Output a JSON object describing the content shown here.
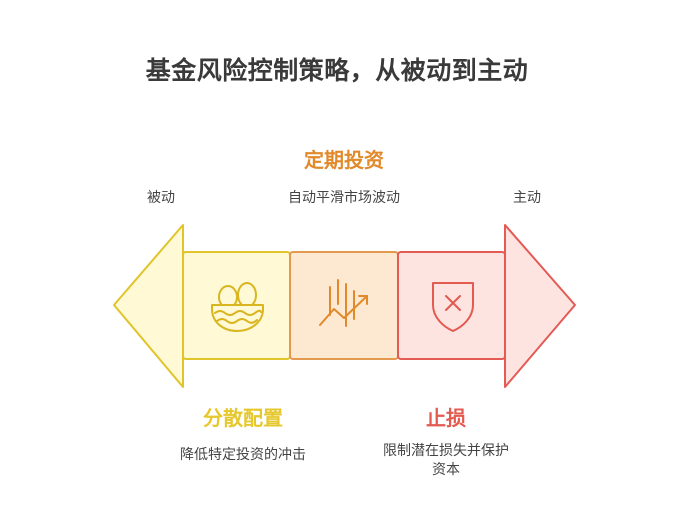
{
  "title": "基金风险控制策略，从被动到主动",
  "ends": {
    "left": "被动",
    "right": "主动"
  },
  "steps": [
    {
      "title": "分散配置",
      "description": "降低特定投资的冲击",
      "icon": "egg-basket-icon",
      "accent": "#e6c82d",
      "fill": "#fff9d6",
      "stroke": "#e0c42a"
    },
    {
      "title": "定期投资",
      "description": "自动平滑市场波动",
      "icon": "rising-chart-icon",
      "accent": "#e08a2c",
      "fill": "#fde8d2",
      "stroke": "#e39a4f"
    },
    {
      "title": "止损",
      "description": "限制潜在损失并保护资本",
      "icon": "shield-x-icon",
      "accent": "#e35a50",
      "fill": "#fde4e1",
      "stroke": "#e45a55"
    }
  ],
  "stop_loss_description_lines": [
    "限制潜在损失并保护",
    "资本"
  ]
}
